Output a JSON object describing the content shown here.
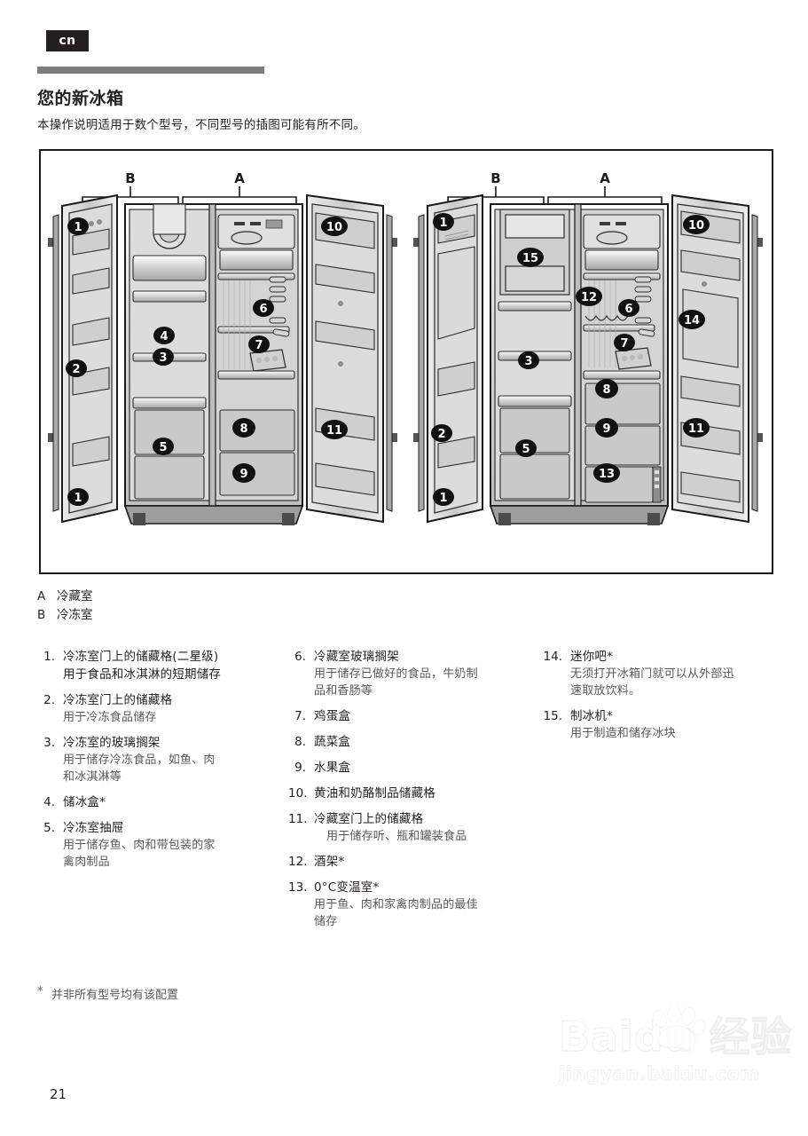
{
  "header": {
    "lang_tag": "cn",
    "title": "您的新冰箱",
    "subtitle": "本操作说明适用于数个型号，不同型号的插图可能有所不同。"
  },
  "illustration": {
    "bracket_labels": {
      "freezer": "B",
      "fridge": "A"
    },
    "left_callouts": [
      "1",
      "1",
      "2",
      "3",
      "4",
      "5",
      "6",
      "7",
      "8",
      "9",
      "10",
      "11"
    ],
    "right_callouts": [
      "1",
      "1",
      "2",
      "3",
      "5",
      "6",
      "7",
      "8",
      "9",
      "10",
      "11",
      "12",
      "13",
      "14",
      "15"
    ]
  },
  "legend_ab": [
    {
      "key": "A",
      "value": "冷藏室"
    },
    {
      "key": "B",
      "value": "冷冻室"
    }
  ],
  "items_col1": [
    {
      "num": "1",
      "title": "冷冻室门上的储藏格(二星级)",
      "desc": "用于食品和冰淇淋的短期储存",
      "desc_dark": true
    },
    {
      "num": "2",
      "title": "冷冻室门上的储藏格",
      "desc": "用于冷冻食品储存"
    },
    {
      "num": "3",
      "title": "冷冻室的玻璃搁架",
      "desc": "用于储存冷冻食品，如鱼、肉\n和冰淇淋等"
    },
    {
      "num": "4",
      "title": "储冰盒*",
      "desc": ""
    },
    {
      "num": "5",
      "title": "冷冻室抽屉",
      "desc": "用于储存鱼、肉和带包装的家\n禽肉制品"
    }
  ],
  "items_col2": [
    {
      "num": "6",
      "title": "冷藏室玻璃搁架",
      "desc": "用于储存已做好的食品，牛奶制\n品和香肠等"
    },
    {
      "num": "7",
      "title": "鸡蛋盒",
      "desc": ""
    },
    {
      "num": "8",
      "title": "蔬菜盒",
      "desc": ""
    },
    {
      "num": "9",
      "title": "水果盒",
      "desc": ""
    },
    {
      "num": "10",
      "title": "黄油和奶酪制品储藏格",
      "desc": ""
    },
    {
      "num": "11",
      "title": "冷藏室门上的储藏格",
      "desc": "用于储存听、瓶和罐装食品",
      "desc_indent": true
    },
    {
      "num": "12",
      "title": "酒架*",
      "desc": ""
    },
    {
      "num": "13",
      "title": "0°C变温室*",
      "desc": "用于鱼、肉和家禽肉制品的最佳\n储存"
    }
  ],
  "items_col3": [
    {
      "num": "14",
      "title": "迷你吧*",
      "desc": "无须打开冰箱门就可以从外部迅\n速取放饮料。"
    },
    {
      "num": "15",
      "title": "制冰机*",
      "desc": "用于制造和储存冰块"
    }
  ],
  "footnote": {
    "marker": "*",
    "text": "并非所有型号均有该配置"
  },
  "page_number": "21",
  "watermark": {
    "main": "Baidu 经验",
    "sub": "jingyan.baidu.com"
  },
  "colors": {
    "tag_bg": "#231f20",
    "rule": "#7d7d7d",
    "text": "#231f20",
    "muted": "#58595b"
  }
}
